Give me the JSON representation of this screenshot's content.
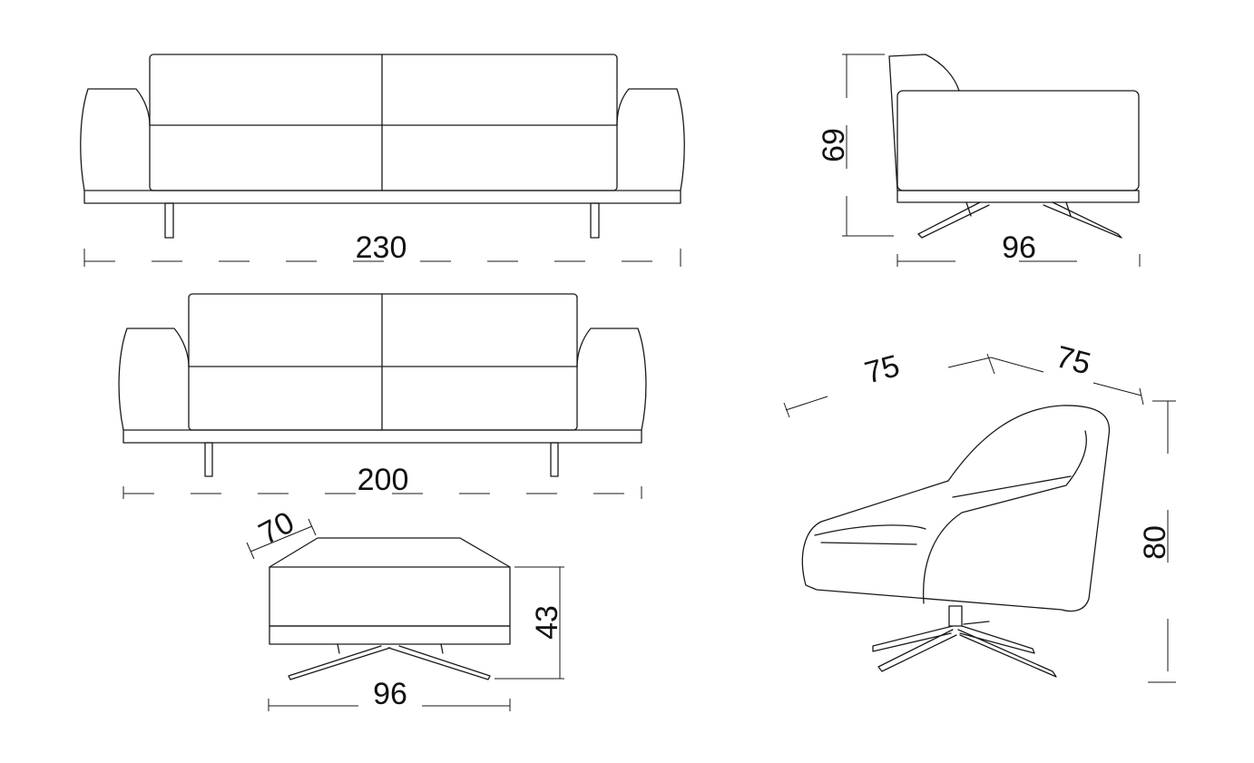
{
  "drawings": {
    "sofa_large": {
      "width_label": "230"
    },
    "sofa_small": {
      "width_label": "200"
    },
    "side_view": {
      "height_label": "69",
      "depth_label": "96"
    },
    "ottoman": {
      "depth_label": "70",
      "height_label": "43",
      "width_label": "96"
    },
    "armchair": {
      "width_label": "75",
      "depth_label": "75",
      "height_label": "80"
    }
  },
  "colors": {
    "line": "#1a1a1a",
    "background": "#ffffff"
  }
}
